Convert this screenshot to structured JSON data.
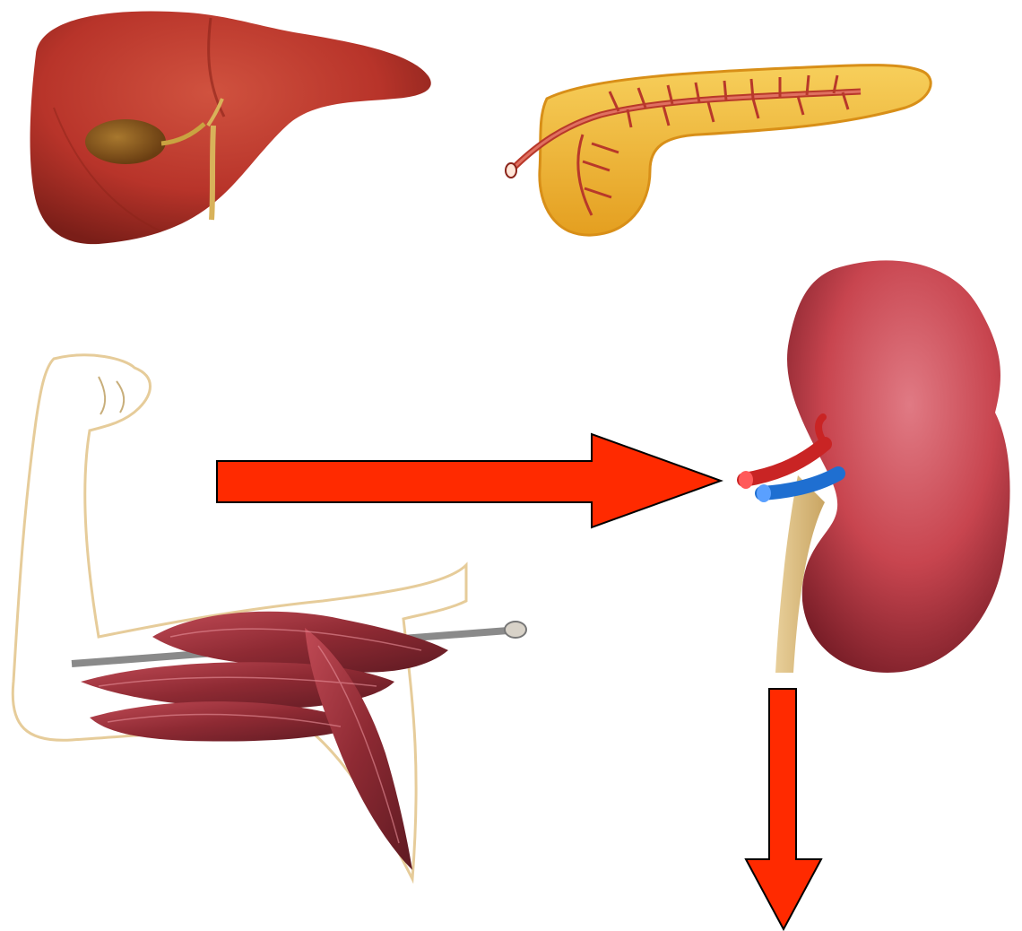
{
  "diagram": {
    "organs": [
      {
        "key": "liver",
        "icon": "liver-icon"
      },
      {
        "key": "pancreas",
        "icon": "pancreas-icon"
      },
      {
        "key": "muscle",
        "icon": "arm-muscle-icon"
      },
      {
        "key": "kidney",
        "icon": "kidney-icon"
      }
    ],
    "arrows": [
      {
        "from": "muscle",
        "to": "kidney",
        "direction": "right",
        "color": "#ff2a00"
      },
      {
        "from": "kidney",
        "to": "",
        "direction": "down",
        "color": "#ff2a00"
      }
    ]
  },
  "colors": {
    "arrow_fill": "#ff2a00",
    "arrow_stroke": "#000000",
    "liver": "#b8342a",
    "pancreas": "#f2b93b",
    "kidney": "#c8454f",
    "muscle": "#8e2a33"
  }
}
